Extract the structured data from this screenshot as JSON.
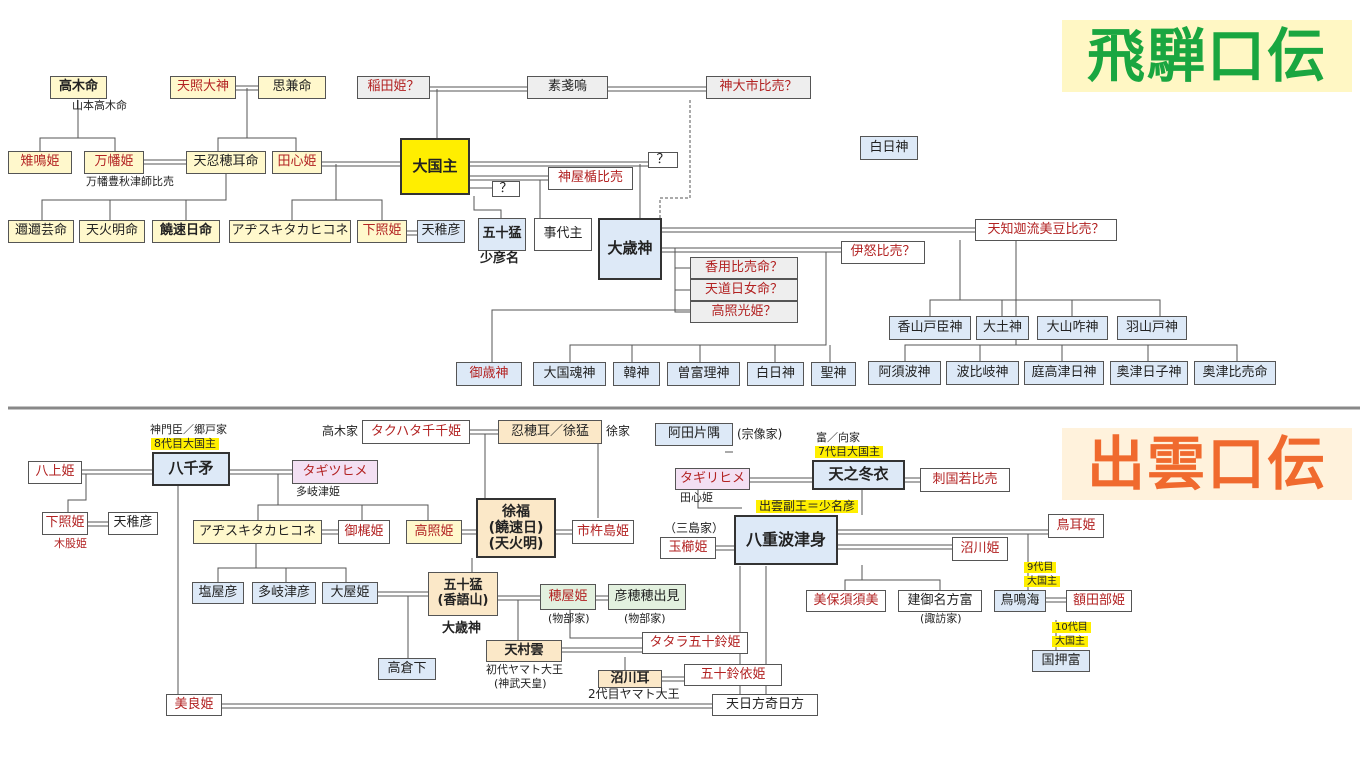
{
  "titles": {
    "hida": "飛騨口伝",
    "izumo": "出雲口伝"
  },
  "colors": {
    "hida_title": "#1aa640",
    "hida_title_bg": "#fff7c4",
    "izumo_title": "#f06a2e",
    "izumo_title_bg": "#fff2dc",
    "female_text": "#b22222",
    "divider": "#888888",
    "highlight": "#ffef00"
  },
  "hida": {
    "takagi": "高木命",
    "takagi_note": "山本高木命",
    "amaterasu": "天照大神",
    "omoikane": "思兼命",
    "inadahime": "稲田姫？",
    "susanoo": "素戔嗚",
    "kamuoichi": "神大市比売？",
    "hakujitsu_top": "白日神",
    "kiginaki": "雉鳴姫",
    "yorozuhata": "万幡姫",
    "yorozuhata_note": "万幡豊秋津師比売",
    "oshihomimi": "天忍穂耳命",
    "takorihime": "田心姫",
    "okuninushi": "大国主",
    "q1": "？",
    "q2": "？",
    "kamuyatate": "神屋楯比売",
    "ninigi": "邇邇芸命",
    "amenohoakari": "天火明命",
    "nigihayahi": "饒速日命",
    "ajisuki": "アヂスキタカヒコネ",
    "shitateru": "下照姫",
    "amewakahiko": "天稚彦",
    "isotakeru": "五十猛",
    "sukunahikona": "少彦名",
    "kotoshiro": "事代主",
    "otoshi": "大歳神",
    "amechikaru": "天知迦流美豆比売？",
    "ikoyahime": "伊怒比売？",
    "kayohime": "香用比売命？",
    "amenomichi": "天道日女命？",
    "takateru": "高照光姫？",
    "mitoshi": "御歳神",
    "okunimitama": "大国魂神",
    "kara": "韓神",
    "sohori": "曽富理神",
    "shirahi": "白日神",
    "hijiri": "聖神",
    "kagayamato": "香山戸臣神",
    "otsuchi": "大土神",
    "oyamakui": "大山咋神",
    "hayamato": "羽山戸神",
    "asuha": "阿須波神",
    "hahiki": "波比岐神",
    "niwataka": "庭高津日神",
    "okitsuhiko": "奥津日子神",
    "okitsuhime": "奥津比売命"
  },
  "izumo": {
    "kando_note": "神門臣／郷戸家",
    "eighth_note": "8代目大国主",
    "yachihoko": "八千矛",
    "yagamihime": "八上姫",
    "shitateru": "下照姫",
    "shitateru_note": "木股姫",
    "amewakahiko": "天稚彦",
    "takagi_house": "高木家",
    "takuhata": "タクハタ千千姫",
    "oshiho_isotake": "忍穂耳／徐猛",
    "jo_house": "徐家",
    "tagitsu": "タギツヒメ",
    "tagitsu_note": "多岐津姫",
    "ata": "阿田片隅",
    "munakata": "(宗像家)",
    "tomi_house": "富／向家",
    "seventh_note": "7代目大国主",
    "amenofuyukinu": "天之冬衣",
    "sashikuniwaka": "刺国若比売",
    "tagiri": "タギリヒメ",
    "tagiri_note": "田心姫",
    "fukuou_note": "出雲副王＝少名彦",
    "ajisuki": "アヂスキタカヒコネ",
    "mikaji": "御梶姫",
    "takateru": "高照姫",
    "jofuku": "徐福",
    "jofuku2": "(饒速日)",
    "jofuku3": "(天火明)",
    "ichikishima": "市杵島姫",
    "mishima": "（三島家）",
    "tamakushi": "玉櫛姫",
    "yaehatsumi": "八重波津身",
    "torimimi": "鳥耳姫",
    "numakawa": "沼川姫",
    "shioya": "塩屋彦",
    "takitsuhiko": "多岐津彦",
    "oya": "大屋姫",
    "isotakeru1": "五十猛",
    "isotakeru2": "(香語山)",
    "otoshi_label": "大歳神",
    "hoyahime": "穂屋姫",
    "mononobe1": "(物部家)",
    "hikohohodemi": "彦穂穂出見",
    "mononobe2": "(物部家)",
    "mihosusumi": "美保須須美",
    "takeminakata": "建御名方富",
    "suwa": "(諏訪家)",
    "ninth1": "9代目",
    "ninth2": "大国主",
    "torinaumi": "鳥鳴海",
    "nukatabe": "額田部姫",
    "tenth1": "10代目",
    "tenth2": "大国主",
    "kunioshitomi": "国押富",
    "takakura": "高倉下",
    "amanomurakumo": "天村雲",
    "murakumo_note1": "初代ヤマト大王",
    "murakumo_note2": "(神武天皇)",
    "tatara": "タタラ五十鈴姫",
    "nunakawamimi": "沼川耳",
    "nunakawa_note": "2代目ヤマト大王",
    "isuzuyori": "五十鈴依姫",
    "mirahime": "美良姫",
    "amehikata": "天日方奇日方"
  }
}
